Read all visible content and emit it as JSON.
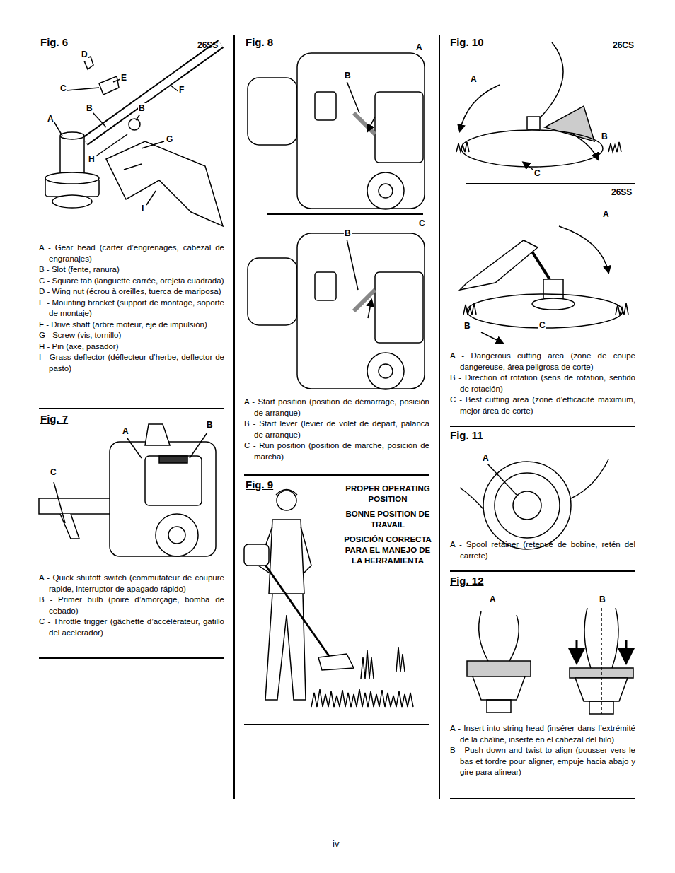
{
  "diagram": {
    "labels": [
      "Fig. 6",
      "26SS",
      "D",
      "E",
      "C",
      "F",
      "B",
      "B",
      "A",
      "G",
      "H",
      "I",
      "A - Gear head (carter d’engrenages, cabezal de engranajes)",
      "B - Slot (fente, ranura)",
      "C - Square tab (languette carrée, orejeta cuadrada)",
      "D - Wing nut (écrou à oreilles, tuerca de mariposa)",
      "E - Mounting bracket (support de montage, soporte de montaje)",
      "F - Drive shaft (arbre moteur, eje de impulsión)",
      "G - Screw (vis, tornillo)",
      "H - Pin (axe, pasador)",
      "I - Grass deflector (déflecteur d’herbe, deflector de pasto)",
      "Fig. 7",
      "A",
      "B",
      "C",
      "A - Quick shutoff switch (commutateur de coupure rapide, interruptor de apagado rápido)",
      "B - Primer bulb (poire d’amorçage, bomba de cebado)",
      "C - Throttle trigger (gâchette d’accélérateur, gatillo del acelerador)",
      "Fig. 8",
      "A",
      "B",
      "C",
      "B",
      "A - Start position (position de démarrage, posición de arranque)",
      "B - Start lever (levier de volet de départ, palanca de arranque)",
      "C - Run position (position de marche, posición de marcha)",
      "Fig. 9",
      "PROPER OPERATING POSITION",
      "BONNE POSITION DE TRAVAIL",
      "POSICIÓN CORRECTA PARA EL MANEJO DE LA HERRAMIENTA",
      "Fig. 10",
      "26CS",
      "A",
      "B",
      "C",
      "26SS",
      "A",
      "B",
      "C",
      "A - Dangerous cutting area (zone de coupe dangereuse, área peligrosa de corte)",
      "B - Direction of rotation (sens de rotation, sentido de rotación)",
      "C - Best cutting area (zone d’efficacité maximum, mejor área de corte)",
      "Fig. 11",
      "A",
      "A - Spool retainer (retenue de bobine, retén del carrete)",
      "Fig. 12",
      "A",
      "B",
      "A - Insert into string head (insérer dans l’extrémité de la chaîne, inserte en el cabezal del hilo)",
      "B - Push down and twist to align (pousser vers le bas et tordre pour aligner, empuje hacia abajo y gire para alinear)",
      "iv"
    ]
  }
}
